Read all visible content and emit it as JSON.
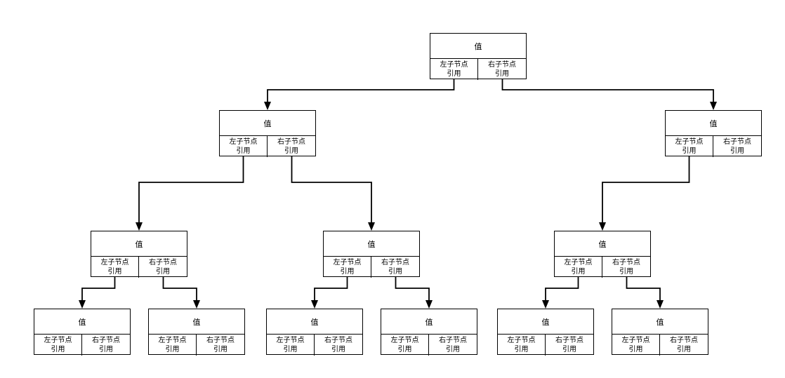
{
  "labels": {
    "value": "值",
    "left_ref": "左子节点\n引用",
    "right_ref": "右子节点\n引用"
  },
  "colors": {
    "line": "#000000",
    "background": "#ffffff"
  },
  "nodes": [
    {
      "id": "n1",
      "level": 0
    },
    {
      "id": "n2",
      "level": 1
    },
    {
      "id": "n3",
      "level": 1
    },
    {
      "id": "n4",
      "level": 2
    },
    {
      "id": "n5",
      "level": 2
    },
    {
      "id": "n6",
      "level": 2
    },
    {
      "id": "n7",
      "level": 3
    },
    {
      "id": "n8",
      "level": 3
    },
    {
      "id": "n9",
      "level": 3
    },
    {
      "id": "n10",
      "level": 3
    },
    {
      "id": "n11",
      "level": 3
    },
    {
      "id": "n12",
      "level": 3
    }
  ],
  "edges": [
    {
      "from": "n1",
      "side": "left",
      "to": "n2"
    },
    {
      "from": "n1",
      "side": "right",
      "to": "n3"
    },
    {
      "from": "n2",
      "side": "left",
      "to": "n4"
    },
    {
      "from": "n2",
      "side": "right",
      "to": "n5"
    },
    {
      "from": "n3",
      "side": "left",
      "to": "n6"
    },
    {
      "from": "n4",
      "side": "left",
      "to": "n7"
    },
    {
      "from": "n4",
      "side": "right",
      "to": "n8"
    },
    {
      "from": "n5",
      "side": "left",
      "to": "n9"
    },
    {
      "from": "n5",
      "side": "right",
      "to": "n10"
    },
    {
      "from": "n6",
      "side": "left",
      "to": "n11"
    },
    {
      "from": "n6",
      "side": "right",
      "to": "n12"
    }
  ]
}
